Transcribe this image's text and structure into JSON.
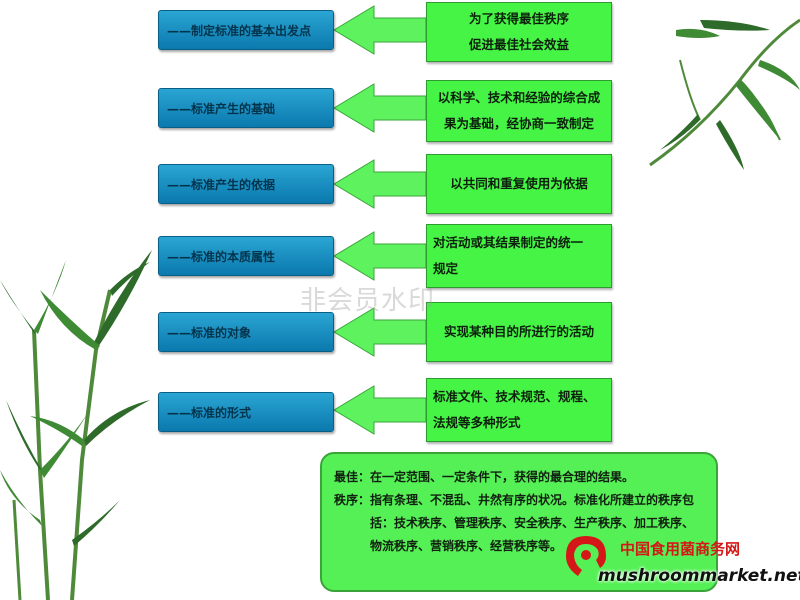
{
  "rows": [
    {
      "left": "——制定标准的基本出发点",
      "right": [
        "为了获得最佳秩序",
        "促进最佳社会效益"
      ]
    },
    {
      "left": "——标准产生的基础",
      "right": [
        "以科学、技术和经验的综合成",
        "果为基础，经协商一致制定"
      ]
    },
    {
      "left": "——标准产生的依据",
      "right": [
        "以共同和重复使用为依据"
      ]
    },
    {
      "left": "——标准的本质属性",
      "right": [
        "对活动或其结果制定的统一",
        "规定"
      ]
    },
    {
      "left": "——标准的对象",
      "right": [
        "实现某种目的所进行的活动"
      ]
    },
    {
      "left": "——标准的形式",
      "right": [
        "标准文件、技术规范、规程、",
        "法规等多种形式"
      ]
    }
  ],
  "note": {
    "line1_term": "最佳：",
    "line1_text": "在一定范围、一定条件下，获得的最合理的结果。",
    "line2_term": "秩序：",
    "line2_text": "指有条理、不混乱、井然有序的状况。标准化所建立的秩序包括：技术秩序、管理秩序、安全秩序、生产秩序、加工秩序、物流秩序、营销秩序、经营秩序等。"
  },
  "watermark": "非会员水印",
  "brand": {
    "name": "中国食用菌商务网",
    "url": "mushroommarket.net"
  },
  "colors": {
    "left_box": "#1a8fc2",
    "right_box": "#45f445",
    "arrow_fill": "#5ef25e",
    "note_box": "#55f055",
    "bamboo": "#2e7d32"
  }
}
